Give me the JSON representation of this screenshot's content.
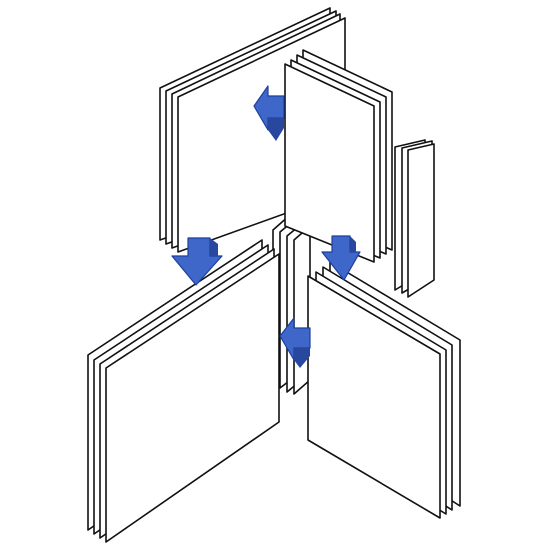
{
  "colors": {
    "background": "#ffffff",
    "panel_face": "#ffffff",
    "panel_outline": "#111111",
    "arrow_fill": "#3f67c9",
    "arrow_stroke": "#1b3f9e"
  },
  "panels": [
    {
      "name": "back-left-panel"
    },
    {
      "name": "back-right-panel"
    },
    {
      "name": "far-right-panel"
    },
    {
      "name": "center-post-panel"
    },
    {
      "name": "front-left-panel"
    },
    {
      "name": "front-right-panel"
    }
  ],
  "arrows": [
    {
      "name": "arrow-left-upper",
      "direction": "left"
    },
    {
      "name": "arrow-down-left",
      "direction": "down"
    },
    {
      "name": "arrow-down-right",
      "direction": "down"
    },
    {
      "name": "arrow-left-lower",
      "direction": "left"
    }
  ]
}
